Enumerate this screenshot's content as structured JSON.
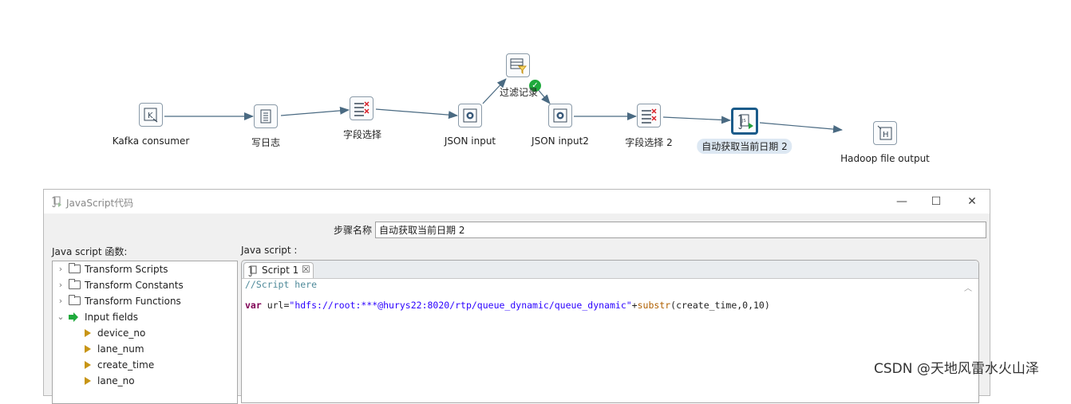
{
  "canvas": {
    "steps": [
      {
        "id": "kafka",
        "label": "Kafka consumer",
        "icon": "kafka-consumer-icon"
      },
      {
        "id": "log",
        "label": "写日志",
        "icon": "write-log-icon"
      },
      {
        "id": "select1",
        "label": "字段选择",
        "icon": "select-values-icon"
      },
      {
        "id": "json1",
        "label": "JSON input",
        "icon": "json-input-icon"
      },
      {
        "id": "filter",
        "label": "过滤记录",
        "icon": "filter-rows-icon"
      },
      {
        "id": "json2",
        "label": "JSON input2",
        "icon": "json-input-icon"
      },
      {
        "id": "select2",
        "label": "字段选择 2",
        "icon": "select-values-icon"
      },
      {
        "id": "js",
        "label": "自动获取当前日期 2",
        "icon": "javascript-icon",
        "selected": true
      },
      {
        "id": "hadoop",
        "label": "Hadoop file output",
        "icon": "hadoop-file-output-icon"
      }
    ],
    "hop_color": "#4a6a82"
  },
  "dialog": {
    "title": "JavaScript代码",
    "window_controls": {
      "minimize": "—",
      "maximize": "☐",
      "close": "✕"
    },
    "step_name_label": "步骤名称",
    "step_name_value": "自动获取当前日期 2",
    "functions_label": "Java script 函数:",
    "script_label": "Java script :",
    "tree": [
      {
        "type": "folder",
        "label": "Transform Scripts",
        "expanded": false
      },
      {
        "type": "folder",
        "label": "Transform Constants",
        "expanded": false
      },
      {
        "type": "folder",
        "label": "Transform Functions",
        "expanded": false
      },
      {
        "type": "input",
        "label": "Input fields",
        "expanded": true
      },
      {
        "type": "field",
        "label": "device_no"
      },
      {
        "type": "field",
        "label": "lane_num"
      },
      {
        "type": "field",
        "label": "create_time"
      },
      {
        "type": "field",
        "label": "lane_no"
      }
    ],
    "script_tab": {
      "label": "Script 1",
      "close": "☒"
    },
    "code": {
      "comment": "//Script here",
      "keyword": "var",
      "varname": " url=",
      "string": "\"hdfs://root:***@hurys22:8020/rtp/queue_dynamic/queue_dynamic\"",
      "plus": "+",
      "function": "substr",
      "args": "(create_time,0,10)"
    }
  },
  "watermark": "CSDN @天地风雷水火山泽"
}
